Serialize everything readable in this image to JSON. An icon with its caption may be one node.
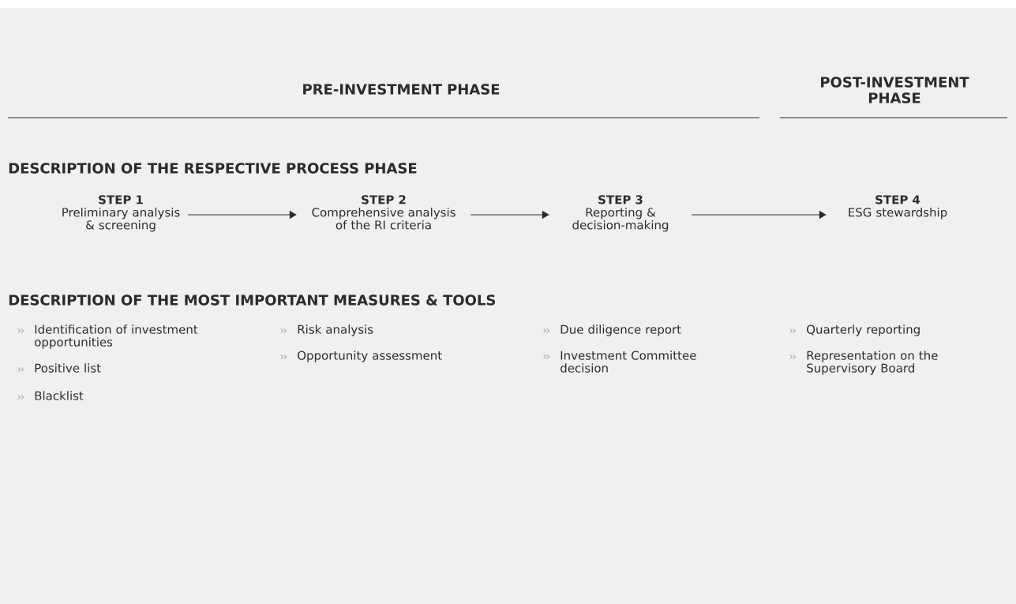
{
  "diagram": {
    "nodes": [
      {
        "text": [
          "STEP 1",
          "Preliminary analysis & screening"
        ]
      },
      {
        "text": [
          "STEP 2",
          "Comprehensive analysis of the RI criteria"
        ]
      },
      {
        "text": [
          "STEP 3",
          "Reporting & decision-making"
        ]
      },
      {
        "text": [
          "STEP 4",
          "ESG stewardship"
        ]
      }
    ],
    "edges": [
      {
        "from": 0,
        "to": 1,
        "arrow": "to"
      },
      {
        "from": 1,
        "to": 2,
        "arrow": "to"
      },
      {
        "from": 2,
        "to": 3,
        "arrow": "to"
      }
    ],
    "labels": [
      "PRE-INVESTMENT PHASE",
      "POST-INVESTMENT PHASE",
      "DESCRIPTION OF THE RESPECTIVE PROCESS PHASE",
      "DESCRIPTION OF THE MOST IMPORTANT MEASURES & TOOLS",
      "Identification of investment opportunities",
      "Positive list",
      "Blacklist",
      "Risk analysis",
      "Opportunity assessment",
      "Due diligence report",
      "Investment Committee decision",
      "Quarterly reporting",
      "Representation on the Supervisory Board"
    ]
  }
}
